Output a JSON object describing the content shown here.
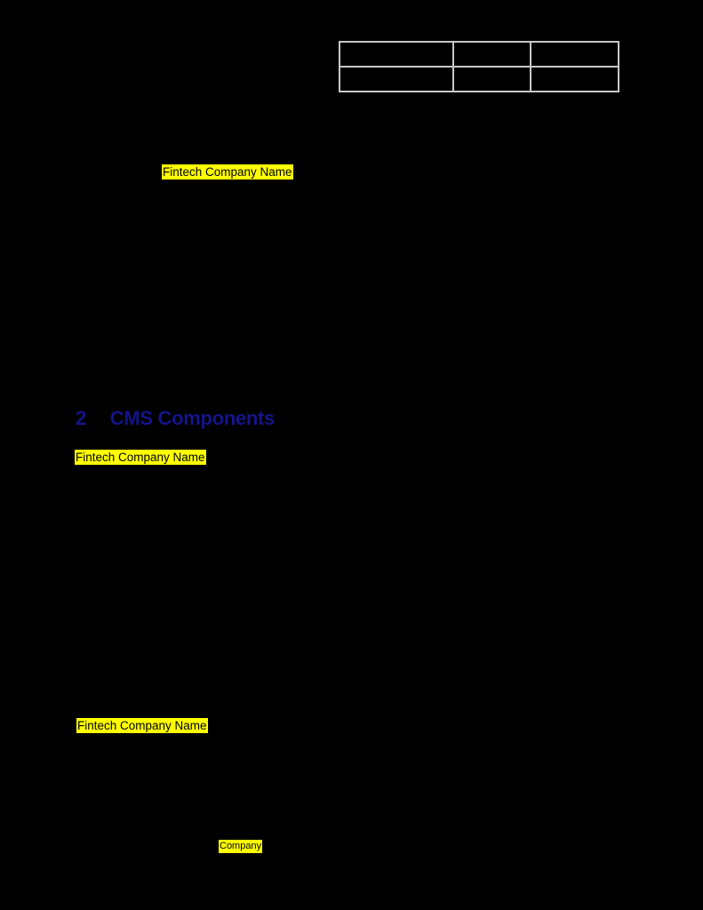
{
  "colors": {
    "page-bg": "#000000",
    "highlight": "#FFFF00",
    "highlight-text": "#000000",
    "heading": "#14148A",
    "table-border": "#C8C8C8"
  },
  "heading": {
    "number": "2",
    "text": "CMS Components"
  },
  "highlights": [
    {
      "text": "Fintech Company Name"
    },
    {
      "text": "Fintech Company Name"
    },
    {
      "text": "Fintech Company Name"
    },
    {
      "text": "Company"
    }
  ],
  "table": {
    "rows": 2,
    "columns": 3,
    "cells": [
      [
        "",
        "",
        ""
      ],
      [
        "",
        "",
        ""
      ]
    ]
  }
}
